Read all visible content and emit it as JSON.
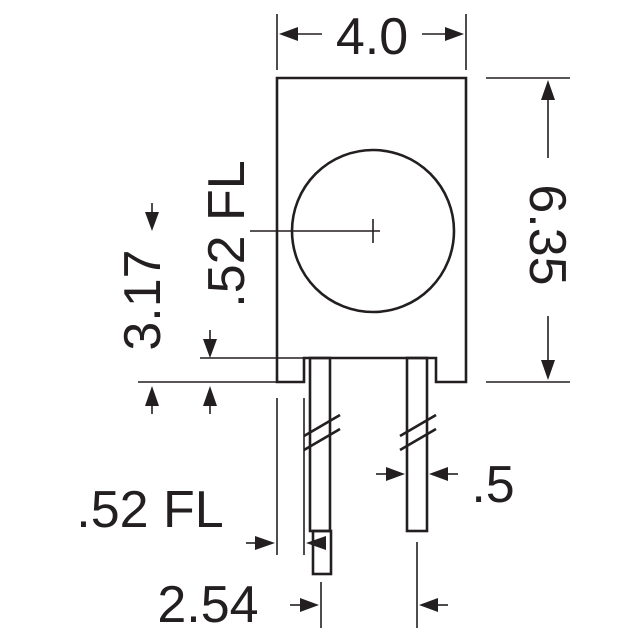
{
  "dimensions": {
    "width": "4.0",
    "height": "6.35",
    "lens_center_height": "3.17",
    "lens_flange": ".52 FL",
    "lead_flange": ".52 FL",
    "lead_width": ".5",
    "lead_spacing": "2.54"
  },
  "colors": {
    "line": "#231f20",
    "background": "#ffffff"
  }
}
